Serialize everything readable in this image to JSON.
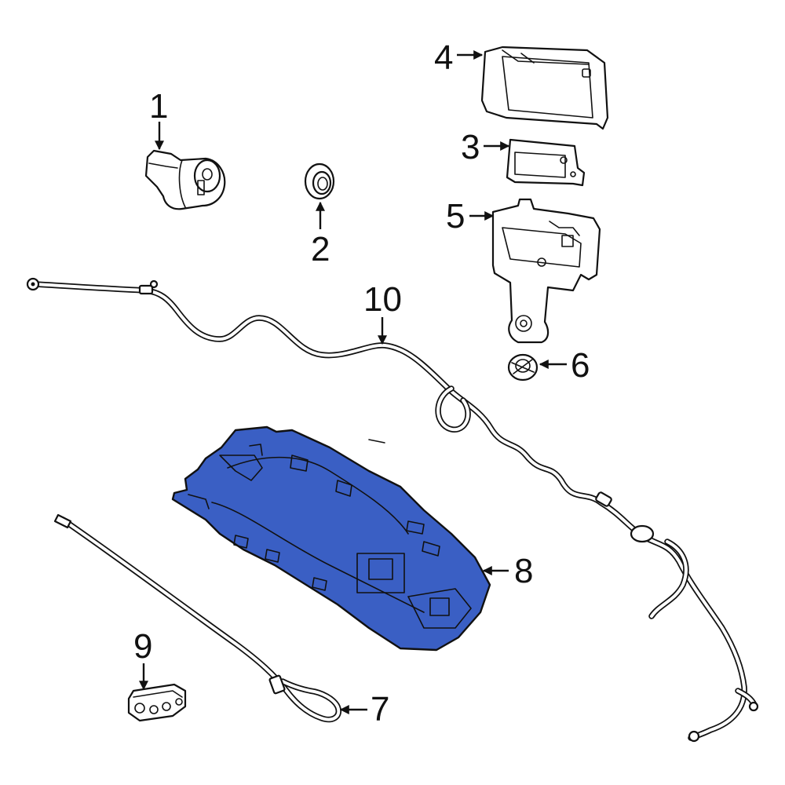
{
  "diagram": {
    "highlight_color": "#3a5fc4",
    "outline_color": "#111111",
    "background_color": "#ffffff",
    "callouts": [
      {
        "id": "c1",
        "label": "1"
      },
      {
        "id": "c2",
        "label": "2"
      },
      {
        "id": "c3",
        "label": "3"
      },
      {
        "id": "c4",
        "label": "4"
      },
      {
        "id": "c5",
        "label": "5"
      },
      {
        "id": "c6",
        "label": "6"
      },
      {
        "id": "c7",
        "label": "7"
      },
      {
        "id": "c8",
        "label": "8"
      },
      {
        "id": "c9",
        "label": "9"
      },
      {
        "id": "c10",
        "label": "10"
      }
    ]
  }
}
